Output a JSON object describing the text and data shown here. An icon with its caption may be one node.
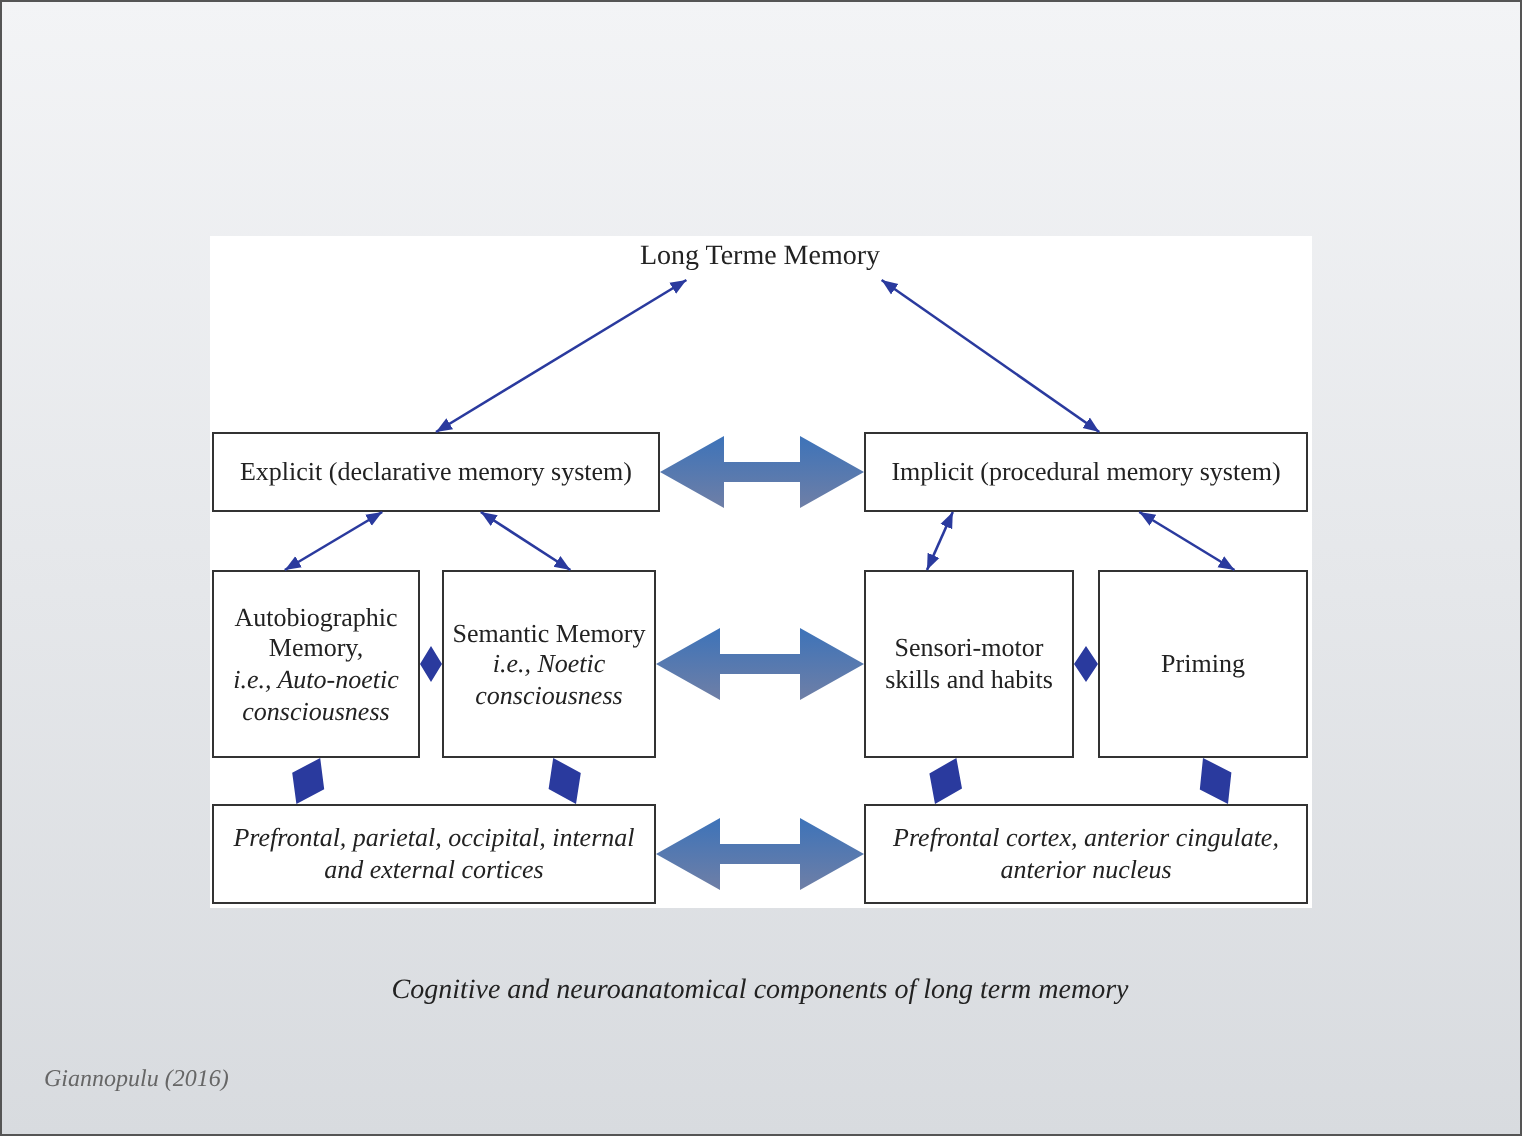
{
  "diagram": {
    "caption": "Cognitive and neuroanatomical components of long term memory",
    "nodes": [
      {
        "text": [
          "Long Terme Memory"
        ]
      },
      {
        "text": [
          "Explicit (declarative memory system)"
        ]
      },
      {
        "text": [
          "Implicit (procedural memory system)"
        ]
      },
      {
        "text": [
          "Autobiographic Memory,",
          "i.e., Auto-noetic consciousness"
        ]
      },
      {
        "text": [
          "Semantic Memory",
          "i.e., Noetic consciousness"
        ]
      },
      {
        "text": [
          "Sensori-motor skills and habits"
        ]
      },
      {
        "text": [
          "Priming"
        ]
      },
      {
        "text": [
          "Prefrontal, parietal, occipital, internal and external cortices"
        ]
      },
      {
        "text": [
          "Prefrontal cortex, anterior cingulate, anterior nucleus"
        ]
      }
    ],
    "edges": [
      {
        "from": 0,
        "to": 1,
        "arrow": "both"
      },
      {
        "from": 0,
        "to": 2,
        "arrow": "both"
      },
      {
        "from": 1,
        "to": 3,
        "arrow": "both"
      },
      {
        "from": 1,
        "to": 4,
        "arrow": "both"
      },
      {
        "from": 1,
        "to": 2,
        "arrow": "both",
        "style": "thick",
        "color": "#3d73b9"
      },
      {
        "from": 2,
        "to": 5,
        "arrow": "both"
      },
      {
        "from": 2,
        "to": 6,
        "arrow": "both"
      },
      {
        "from": 3,
        "to": 4,
        "arrow": "both",
        "style": "thick"
      },
      {
        "from": 4,
        "to": 5,
        "arrow": "both",
        "style": "thick",
        "color": "#3d73b9"
      },
      {
        "from": 5,
        "to": 6,
        "arrow": "both",
        "style": "thick"
      },
      {
        "from": 3,
        "to": 7,
        "arrow": "both",
        "style": "thick"
      },
      {
        "from": 4,
        "to": 7,
        "arrow": "both",
        "style": "thick"
      },
      {
        "from": 7,
        "to": 8,
        "arrow": "both",
        "style": "thick",
        "color": "#3d73b9"
      },
      {
        "from": 5,
        "to": 8,
        "arrow": "both",
        "style": "thick"
      },
      {
        "from": 6,
        "to": 8,
        "arrow": "both",
        "style": "thick"
      }
    ],
    "labels": [
      "Giannopulu (2016)"
    ]
  }
}
